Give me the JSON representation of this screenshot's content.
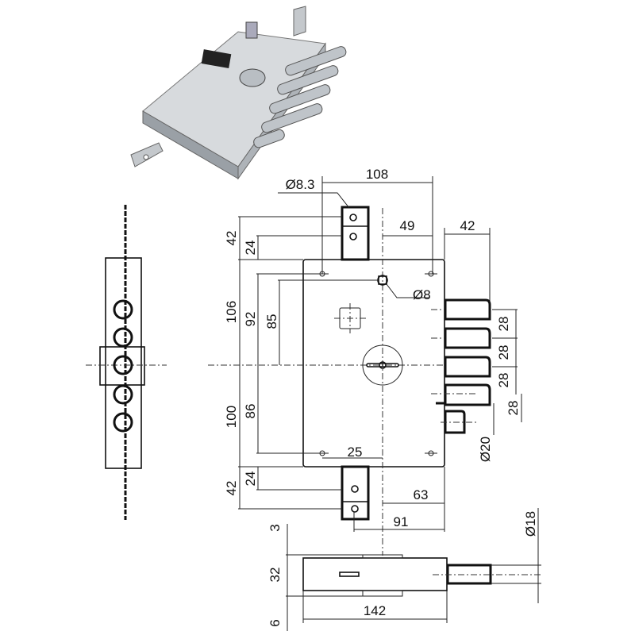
{
  "title": "Multi-bolt security lock technical drawing",
  "dimensions": {
    "width_108": "108",
    "hole_d83": "Ø8.3",
    "offset_49": "49",
    "bolt_proj_42": "42",
    "top_42": "42",
    "top_24": "24",
    "upper_106": "106",
    "upper_92": "92",
    "upper_85": "85",
    "hole_d8": "Ø8",
    "lower_100": "100",
    "lower_86": "86",
    "hole_25": "25",
    "bottom_42": "42",
    "bottom_24": "24",
    "offset_63": "63",
    "offset_91": "91",
    "pitch_1": "28",
    "pitch_2": "28",
    "pitch_3": "28",
    "pitch_4": "28",
    "deadbolt_d20": "Ø20",
    "bolt_d18": "Ø18",
    "side_3": "3",
    "side_32": "32",
    "side_6": "6",
    "length_142": "142"
  },
  "colors": {
    "line": "#111111",
    "metal": "#c9ccd0",
    "metal_dark": "#8f959b"
  }
}
